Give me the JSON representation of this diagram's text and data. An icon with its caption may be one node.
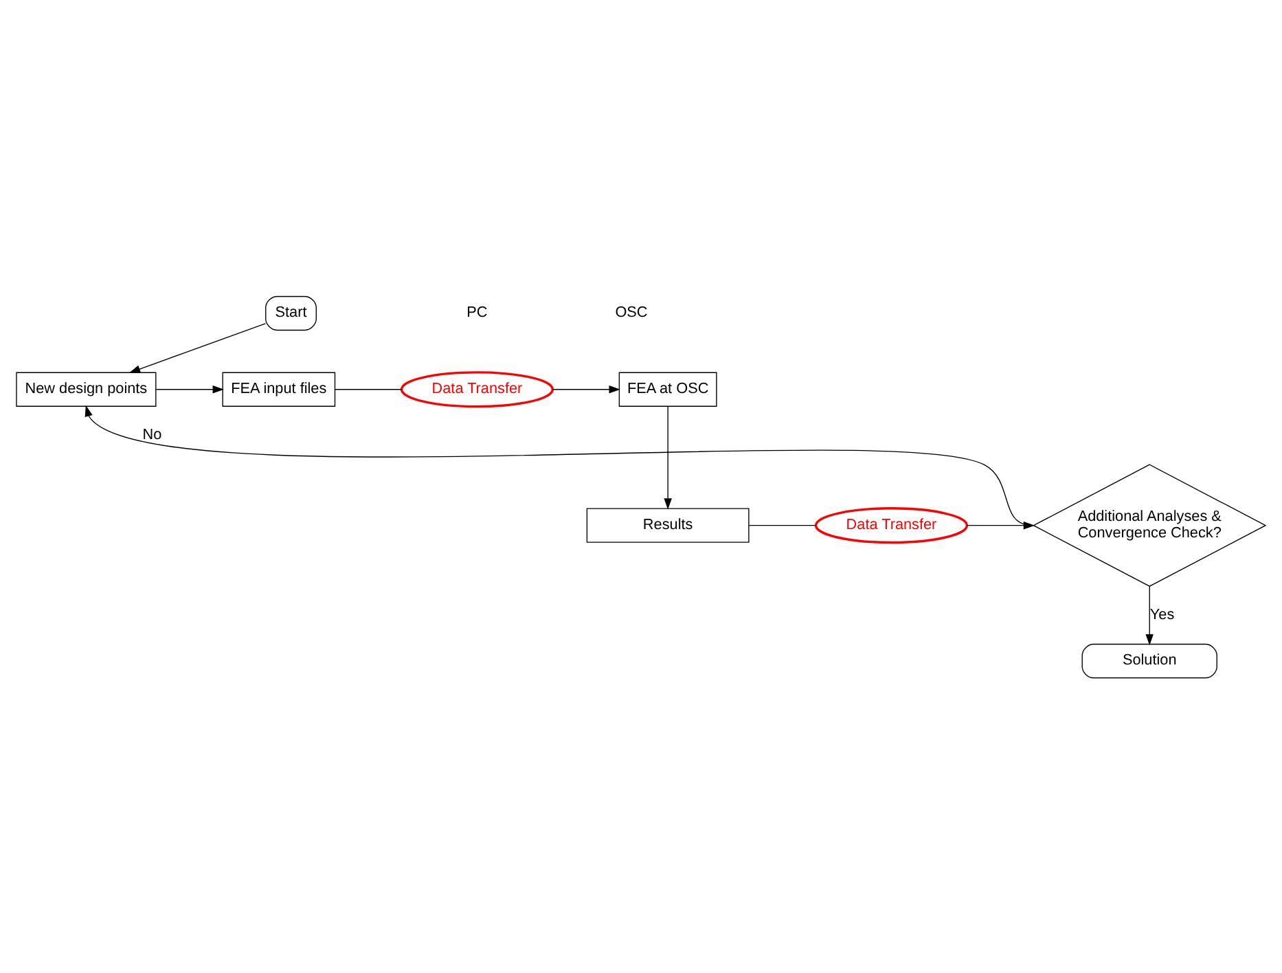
{
  "diagram": {
    "nodes": [
      {
        "text": [
          "Start"
        ]
      },
      {
        "text": [
          "New design points"
        ]
      },
      {
        "text": [
          "FEA input files"
        ]
      },
      {
        "text": [
          "Data Transfer"
        ]
      },
      {
        "text": [
          "FEA at OSC"
        ]
      },
      {
        "text": [
          "Results"
        ]
      },
      {
        "text": [
          "Data Transfer"
        ]
      },
      {
        "text": [
          "Additional Analyses & Convergence Check?"
        ]
      },
      {
        "text": [
          "Solution"
        ]
      }
    ],
    "edges": [
      {
        "from": 0,
        "to": 1,
        "arrow": "to"
      },
      {
        "from": 1,
        "to": 2,
        "arrow": "to"
      },
      {
        "from": 2,
        "to": 3,
        "arrow": "none"
      },
      {
        "from": 3,
        "to": 4,
        "arrow": "to"
      },
      {
        "from": 4,
        "to": 5,
        "arrow": "to"
      },
      {
        "from": 5,
        "to": 6,
        "arrow": "none"
      },
      {
        "from": 6,
        "to": 7,
        "arrow": "to"
      },
      {
        "from": 7,
        "to": 1,
        "arrow": "to",
        "label": "No"
      },
      {
        "from": 7,
        "to": 8,
        "arrow": "to",
        "label": "Yes"
      }
    ],
    "labels": [
      "PC",
      "OSC"
    ]
  }
}
